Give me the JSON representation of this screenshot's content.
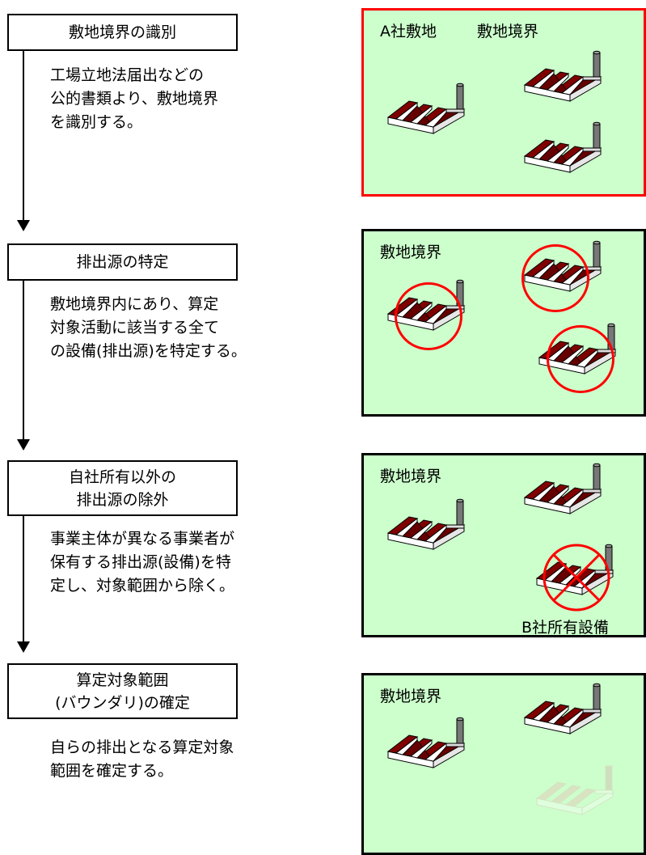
{
  "steps": [
    {
      "title": [
        "敷地境界の識別"
      ],
      "desc": [
        "工場立地法届出などの",
        "公的書類より、敷地境界",
        "を識別する。"
      ],
      "panel": {
        "labels": [
          "A社敷地",
          "敷地境界"
        ]
      }
    },
    {
      "title": [
        "排出源の特定"
      ],
      "desc": [
        "敷地境界内にあり、算定",
        "対象活動に該当する全て",
        "の設備(排出源)を特定する。"
      ],
      "panel": {
        "labels": [
          "敷地境界"
        ]
      }
    },
    {
      "title": [
        "自社所有以外の",
        "排出源の除外"
      ],
      "desc": [
        "事業主体が異なる事業者が",
        "保有する排出源(設備)を特",
        "定し、対象範囲から除く。"
      ],
      "panel": {
        "labels": [
          "敷地境界"
        ],
        "bottom_label": "B社所有設備"
      }
    },
    {
      "title": [
        "算定対象範囲",
        "(バウンダリ)の確定"
      ],
      "desc": [
        "自らの排出となる算定対象",
        "範囲を確定する。"
      ],
      "panel": {
        "labels": [
          "敷地境界"
        ]
      }
    }
  ],
  "colors": {
    "panel_fill": "#ccffcc",
    "first_panel_border": "#ff0000",
    "panel_border": "#000000",
    "factory_roof": "#800000",
    "mark_red": "#ff0000"
  },
  "icons": [
    "factory-icon",
    "red-circle-mark",
    "red-cross-mark"
  ]
}
